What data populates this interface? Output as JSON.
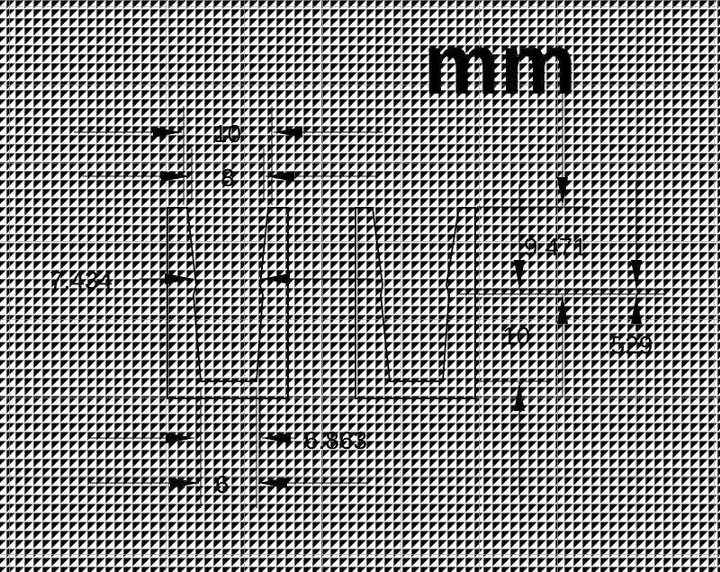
{
  "units_label": "mm",
  "dimensions": {
    "top_outer_width": "10",
    "top_inner_width": "8",
    "notch_width": "7.434",
    "bottom_inner_width": "6",
    "bottom_outer_width": "6.863",
    "upper_height": "9.471",
    "lower_height": "10",
    "notch_height": ".529"
  }
}
